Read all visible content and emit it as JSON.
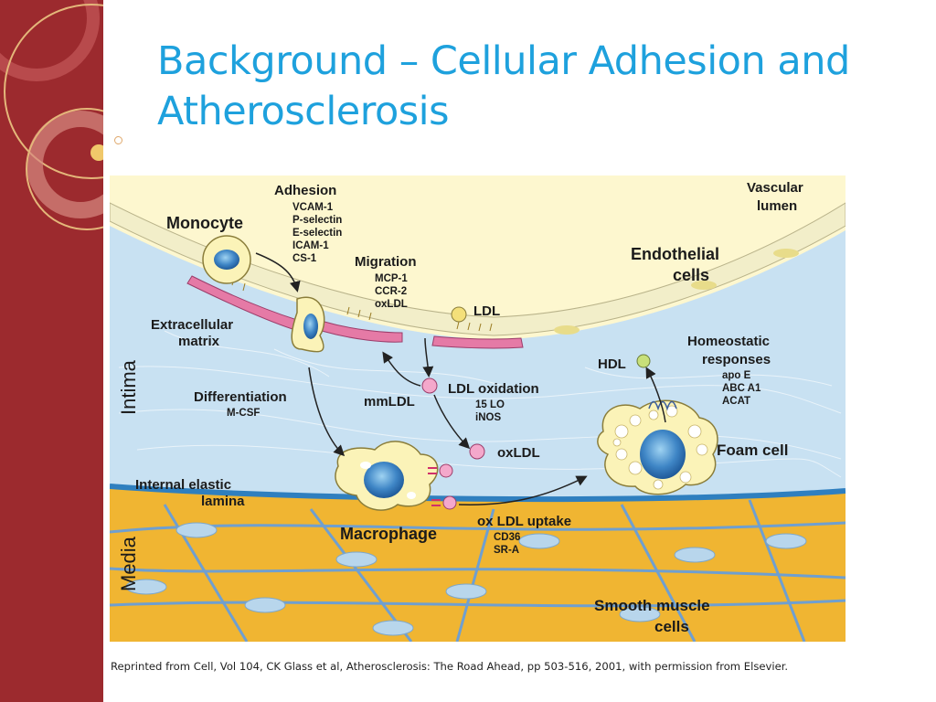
{
  "slide": {
    "title": "Background – Cellular Adhesion and Atherosclerosis",
    "caption": "Reprinted from Cell, Vol 104, CK Glass et al, Atherosclerosis: The Road Ahead, pp 503-516, 2001, with permission from Elsevier."
  },
  "figure": {
    "labels": {
      "vascular_lumen_1": "Vascular",
      "vascular_lumen_2": "lumen",
      "endothelial_1": "Endothelial",
      "endothelial_2": "cells",
      "monocyte": "Monocyte",
      "adhesion": "Adhesion",
      "adhesion_items": [
        "VCAM-1",
        "P-selectin",
        "E-selectin",
        "ICAM-1",
        "CS-1"
      ],
      "migration": "Migration",
      "migration_items": [
        "MCP-1",
        "CCR-2",
        "oxLDL"
      ],
      "ldl": "LDL",
      "ecm_1": "Extracellular",
      "ecm_2": "matrix",
      "intima": "Intima",
      "media": "Media",
      "homeostatic_1": "Homeostatic",
      "homeostatic_2": "responses",
      "homeostatic_items": [
        "apo E",
        "ABC A1",
        "ACAT"
      ],
      "hdl": "HDL",
      "ldl_oxidation": "LDL oxidation",
      "ldl_oxidation_items": [
        "15 LO",
        "iNOS"
      ],
      "mmldl": "mmLDL",
      "differentiation": "Differentiation",
      "differentiation_item": "M-CSF",
      "oxldl": "oxLDL",
      "foam_cell": "Foam cell",
      "internal_elastic_1": "Internal elastic",
      "internal_elastic_2": "lamina",
      "macrophage": "Macrophage",
      "ox_ldl_uptake": "ox LDL uptake",
      "uptake_items": [
        "CD36",
        "SR-A"
      ],
      "smooth_muscle_1": "Smooth muscle",
      "smooth_muscle_2": "cells"
    }
  }
}
